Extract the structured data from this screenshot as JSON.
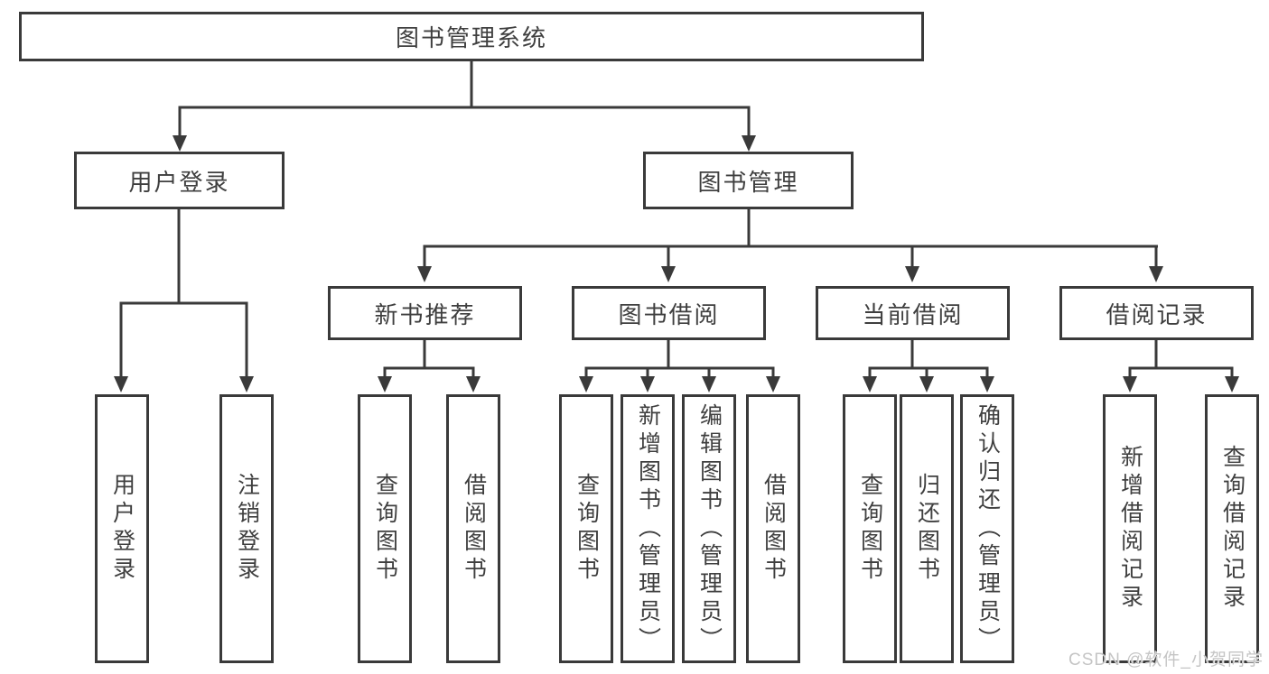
{
  "nodes": {
    "root": {
      "label": "图书管理系统"
    },
    "branches": [
      {
        "label": "用户登录"
      },
      {
        "label": "图书管理"
      }
    ],
    "modules": [
      {
        "label": "新书推荐"
      },
      {
        "label": "图书借阅"
      },
      {
        "label": "当前借阅"
      },
      {
        "label": "借阅记录"
      }
    ],
    "leaves": [
      {
        "label": "用户登录"
      },
      {
        "label": "注销登录"
      },
      {
        "label": "查询图书"
      },
      {
        "label": "借阅图书"
      },
      {
        "label": "查询图书"
      },
      {
        "label": "新增图书（管理员）"
      },
      {
        "label": "编辑图书（管理员）"
      },
      {
        "label": "借阅图书"
      },
      {
        "label": "查询图书"
      },
      {
        "label": "归还图书"
      },
      {
        "label": "确认归还（管理员）"
      },
      {
        "label": "新增借阅记录"
      },
      {
        "label": "查询借阅记录"
      }
    ]
  },
  "watermark": {
    "text": "CSDN @软件_小贺同学"
  },
  "colors": {
    "line": "#3a3a3a",
    "text": "#3f3f3f",
    "background": "#ffffff",
    "watermark": "#c5c5c5"
  }
}
